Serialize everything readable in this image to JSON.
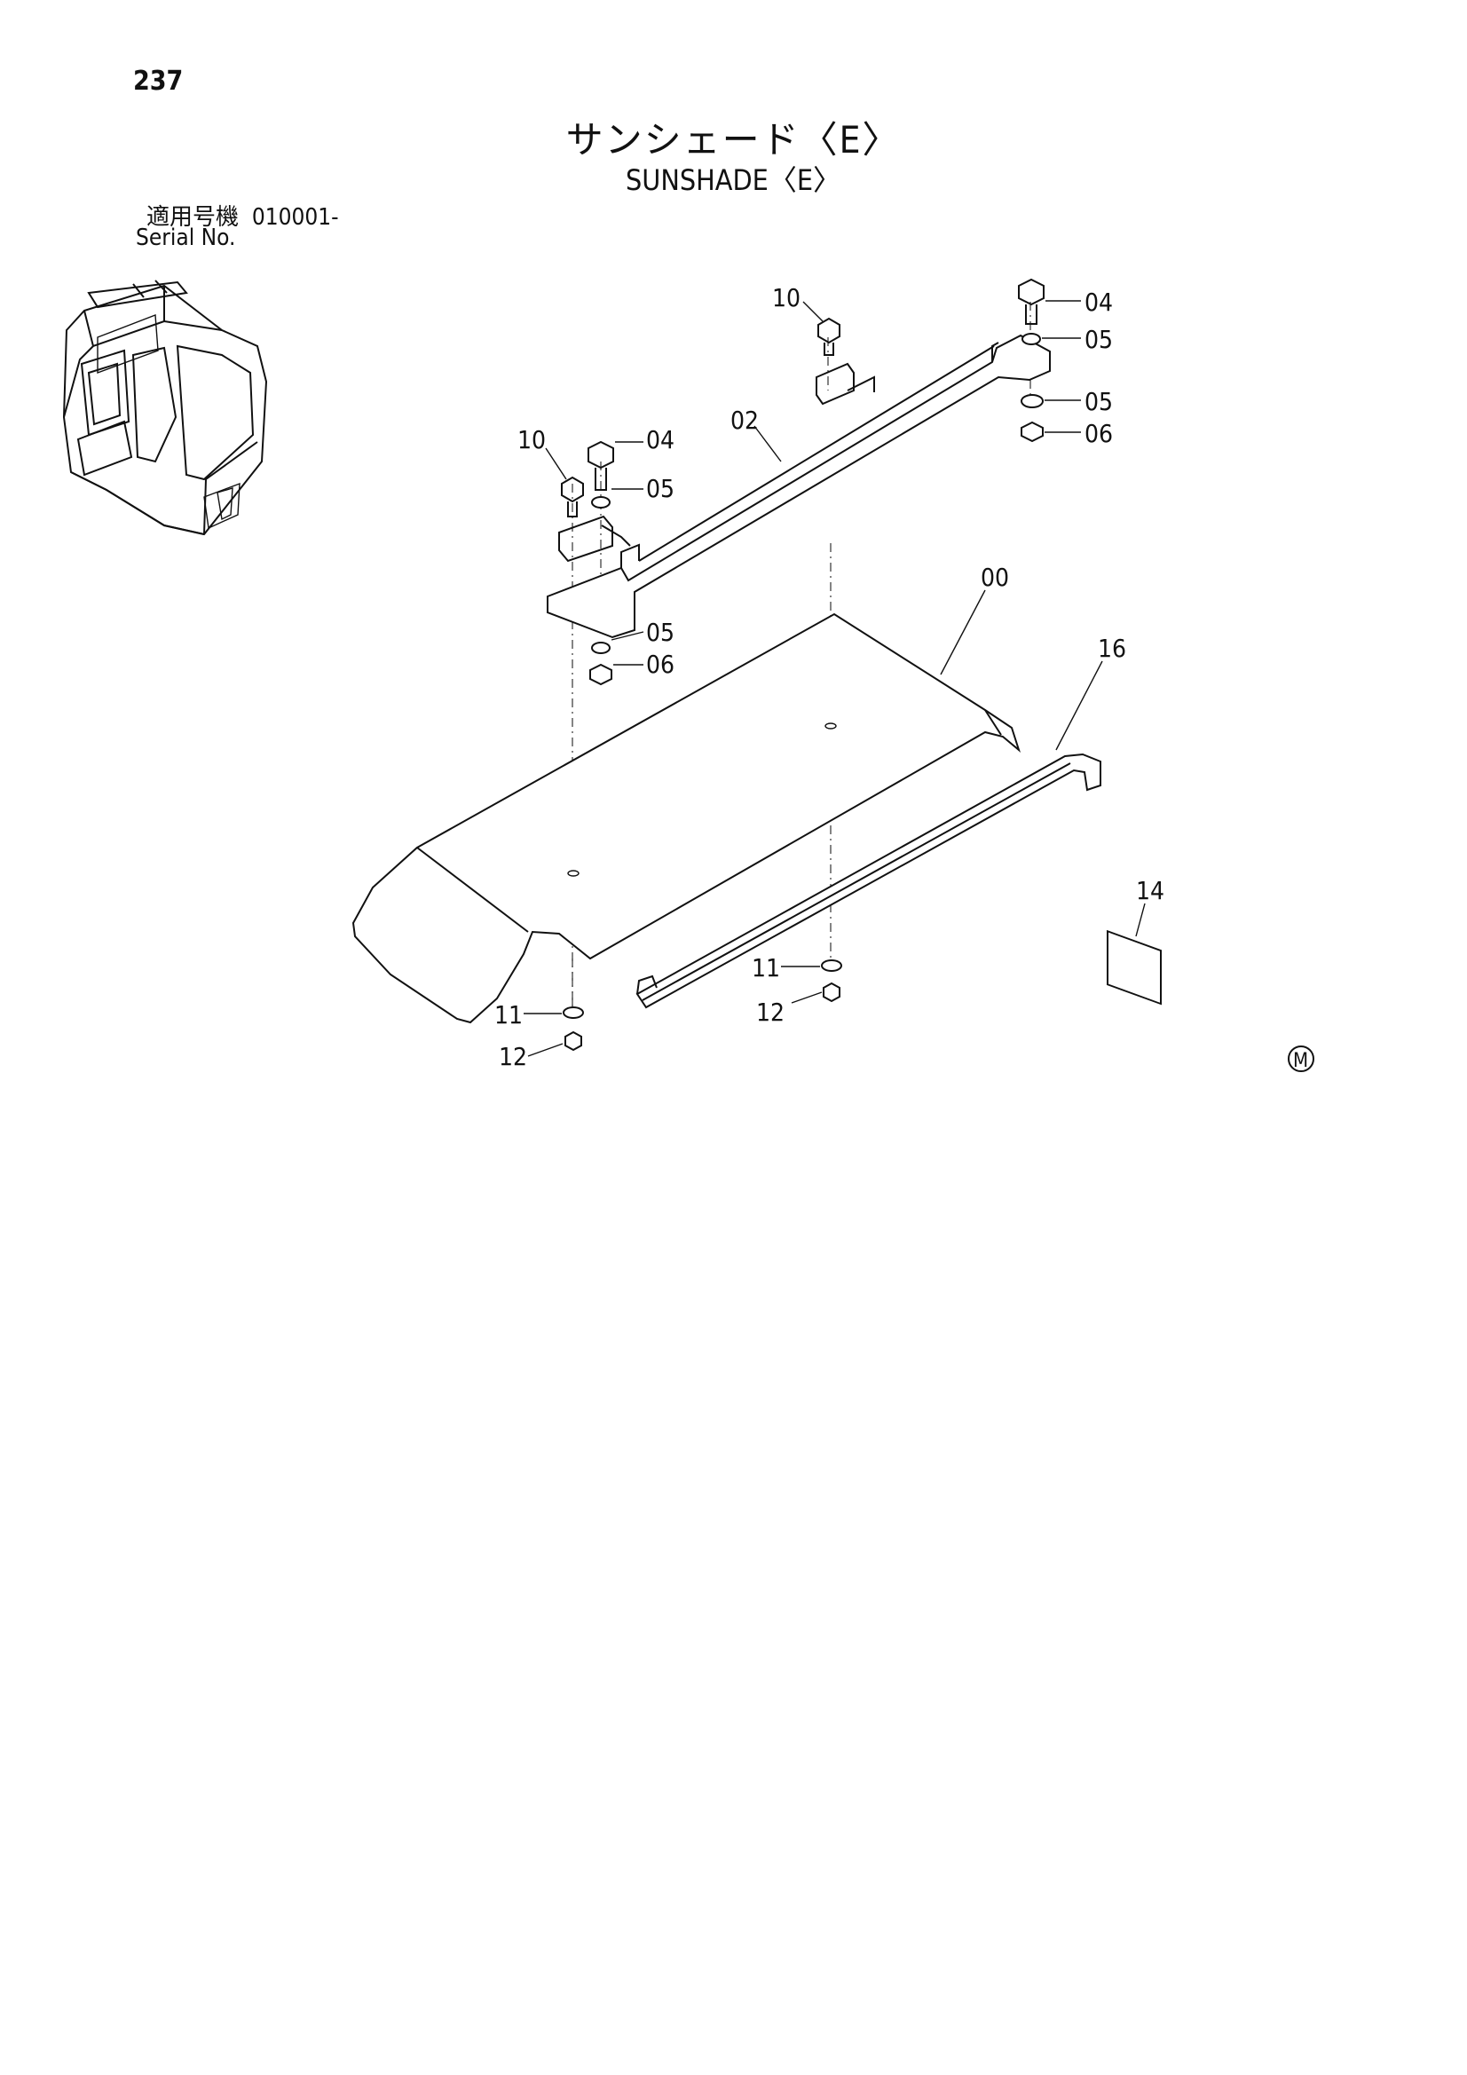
{
  "page": {
    "number": "237"
  },
  "title": {
    "japanese": "サンシェード〈E〉",
    "english": "SUNSHADE〈E〉"
  },
  "serial": {
    "label_jp": "適用号機",
    "range": "010001-",
    "label_en": "Serial No."
  },
  "callouts": [
    {
      "label": "10"
    },
    {
      "label": "04"
    },
    {
      "label": "05"
    },
    {
      "label": "05"
    },
    {
      "label": "06"
    },
    {
      "label": "10"
    },
    {
      "label": "04"
    },
    {
      "label": "05"
    },
    {
      "label": "02"
    },
    {
      "label": "00"
    },
    {
      "label": "05"
    },
    {
      "label": "06"
    },
    {
      "label": "16"
    },
    {
      "label": "14"
    },
    {
      "label": "11"
    },
    {
      "label": "12"
    },
    {
      "label": "11"
    },
    {
      "label": "12"
    }
  ],
  "mark": "M"
}
